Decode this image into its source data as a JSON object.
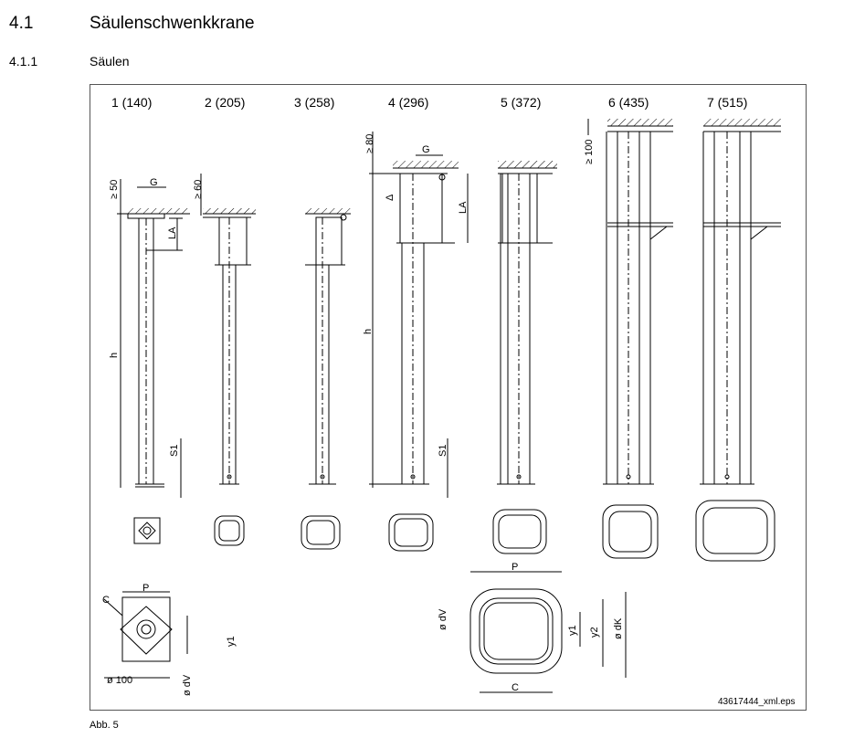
{
  "heading": {
    "number": "4.1",
    "title": "Säulenschwenkkrane"
  },
  "subheading": {
    "number": "4.1.1",
    "title": "Säulen"
  },
  "columns": [
    {
      "label": "1 (140)"
    },
    {
      "label": "2 (205)"
    },
    {
      "label": "3 (258)"
    },
    {
      "label": "4 (296)"
    },
    {
      "label": "5 (372)"
    },
    {
      "label": "6 (435)"
    },
    {
      "label": "7 (515)"
    }
  ],
  "dimensions": {
    "ge50": "≥ 50",
    "ge60": "≥ 60",
    "ge80": "≥ 80",
    "ge100": "≥ 100",
    "G": "G",
    "LA": "LA",
    "h": "h",
    "S1": "S1",
    "delta": "Δ",
    "P": "P",
    "C": "C",
    "y1": "y1",
    "y2": "y2",
    "d100": "ø 100",
    "dV": "ø dV",
    "dK": "ø dK"
  },
  "file_id": "43617444_xml.eps",
  "figure_caption": "Abb. 5"
}
